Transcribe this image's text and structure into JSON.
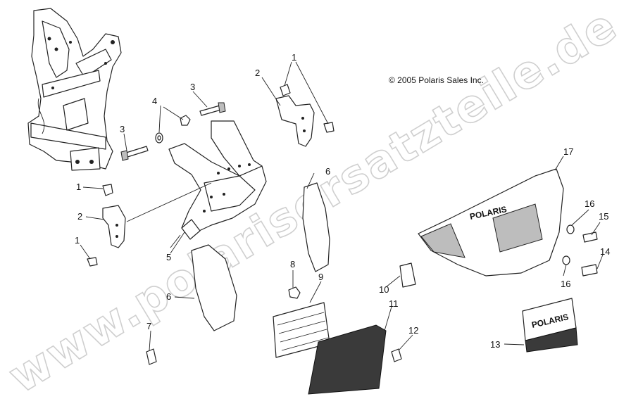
{
  "copyright": "© 2005 Polaris Sales Inc.",
  "watermark": "www.polarisersatzteile.de",
  "emblem_text": "POLARIS",
  "bumper_text": "POLARIS",
  "callouts": [
    {
      "id": "c1a",
      "label": "1"
    },
    {
      "id": "c1b",
      "label": "1"
    },
    {
      "id": "c1c",
      "label": "1"
    },
    {
      "id": "c2a",
      "label": "2"
    },
    {
      "id": "c2b",
      "label": "2"
    },
    {
      "id": "c3a",
      "label": "3"
    },
    {
      "id": "c3b",
      "label": "3"
    },
    {
      "id": "c4",
      "label": "4"
    },
    {
      "id": "c5",
      "label": "5"
    },
    {
      "id": "c6a",
      "label": "6"
    },
    {
      "id": "c6b",
      "label": "6"
    },
    {
      "id": "c7",
      "label": "7"
    },
    {
      "id": "c8",
      "label": "8"
    },
    {
      "id": "c9",
      "label": "9"
    },
    {
      "id": "c10",
      "label": "10"
    },
    {
      "id": "c11",
      "label": "11"
    },
    {
      "id": "c12",
      "label": "12"
    },
    {
      "id": "c13",
      "label": "13"
    },
    {
      "id": "c14",
      "label": "14"
    },
    {
      "id": "c15",
      "label": "15"
    },
    {
      "id": "c16a",
      "label": "16"
    },
    {
      "id": "c16b",
      "label": "16"
    },
    {
      "id": "c17",
      "label": "17"
    }
  ]
}
